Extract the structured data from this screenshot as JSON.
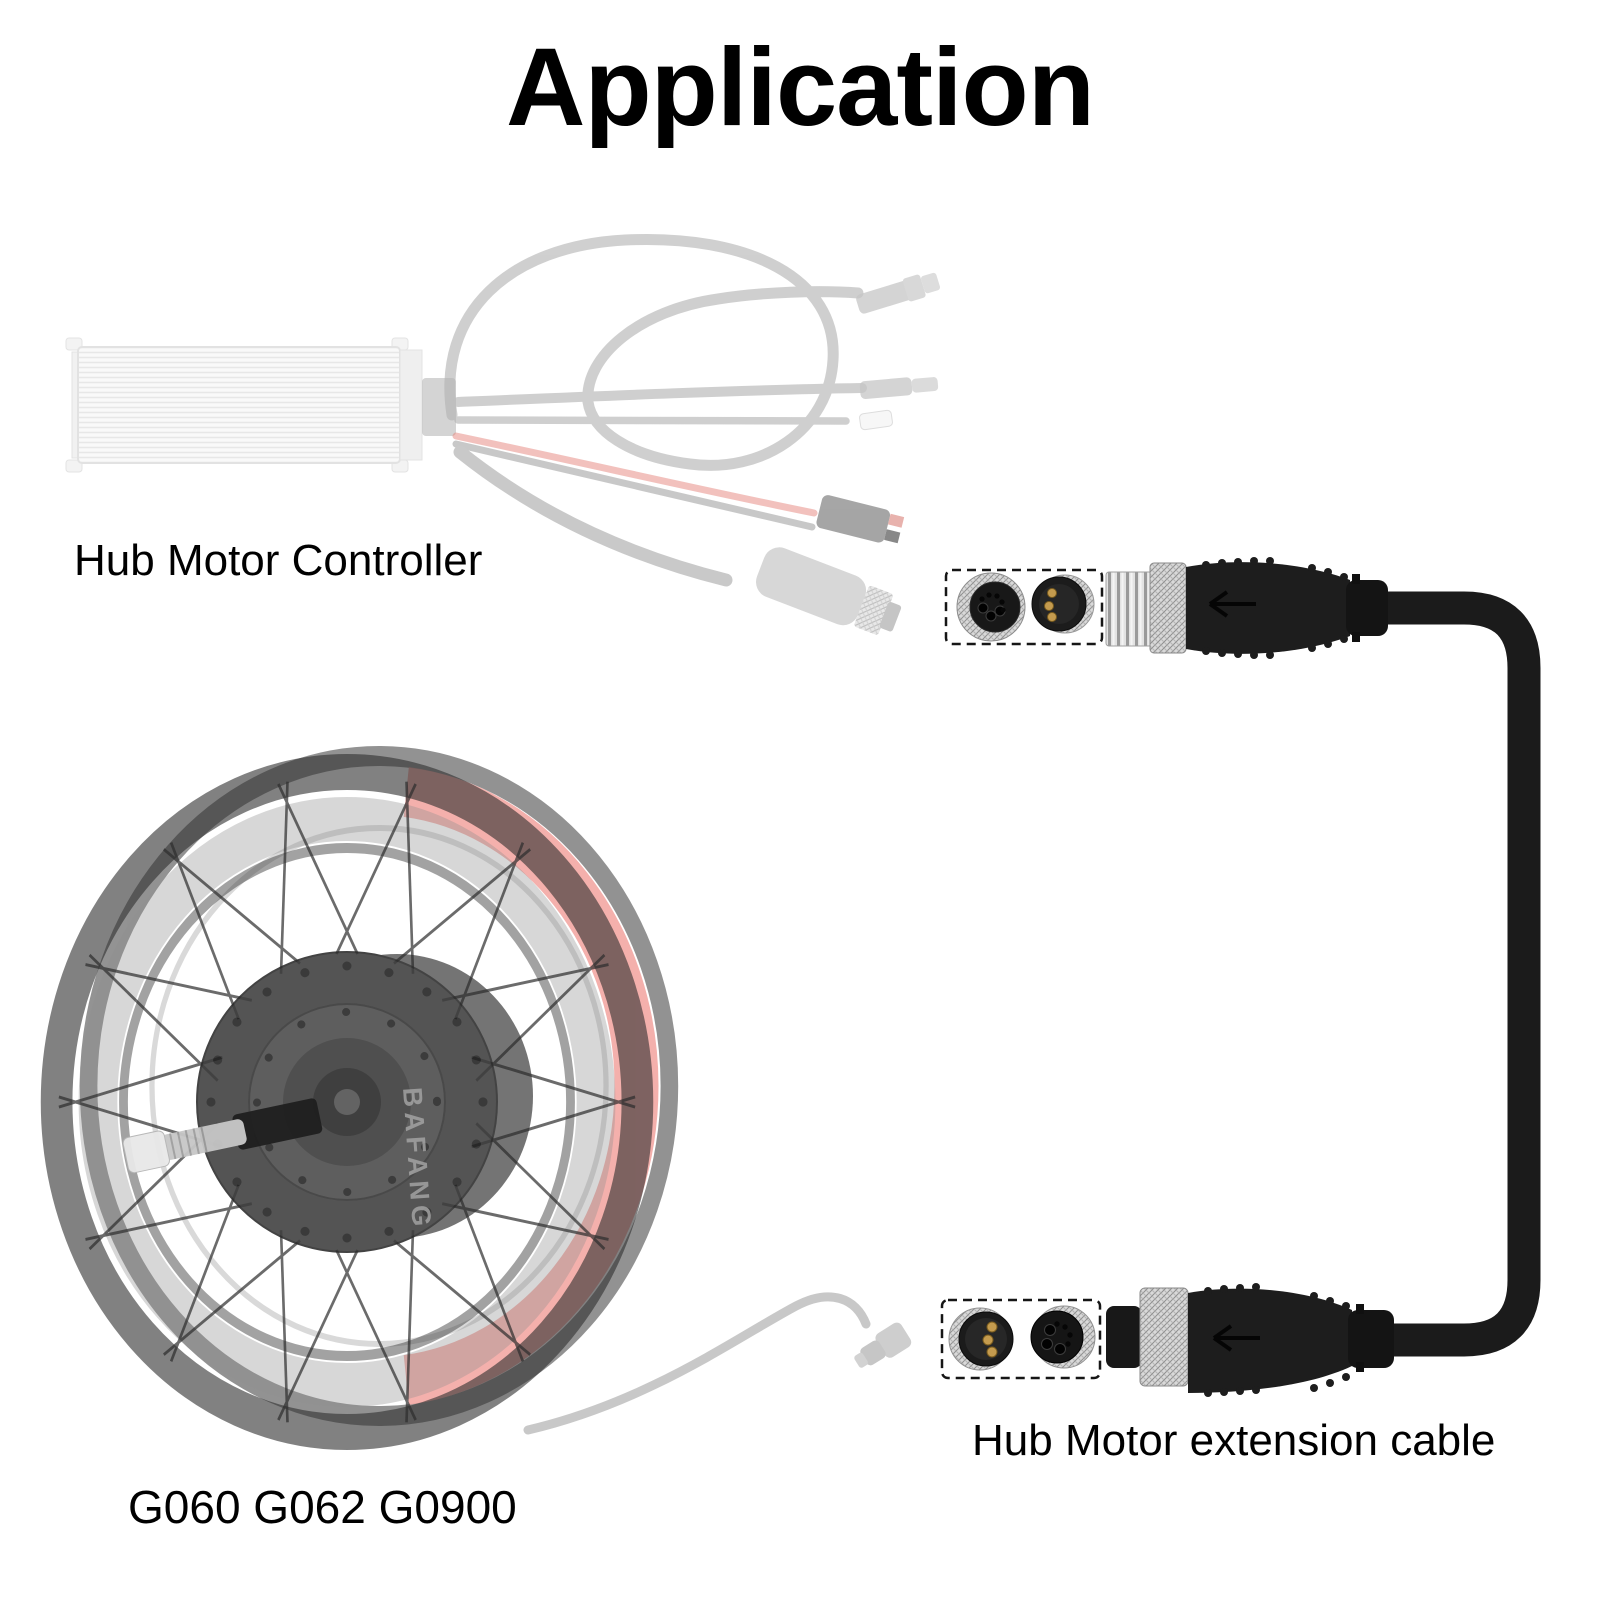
{
  "page": {
    "title": "Application",
    "background": "#ffffff"
  },
  "controller": {
    "label": "Hub Motor Controller"
  },
  "wheel": {
    "label": "G060 G062 G0900",
    "hub_brand": "BAFANG"
  },
  "extension_cable": {
    "label": "Hub Motor extension cable"
  },
  "icons": {
    "top_connector_arrow": "left-arrow",
    "bottom_connector_arrow": "left-arrow"
  },
  "colors": {
    "text": "#000000",
    "cable_black": "#1b1b1b",
    "connector_body": "#1d1d1d",
    "rim_red": "#e8564e",
    "wire_red": "#e5837a",
    "pin_gold": "#c49b4e",
    "faded_cable_gray": "#b3b3b3"
  }
}
